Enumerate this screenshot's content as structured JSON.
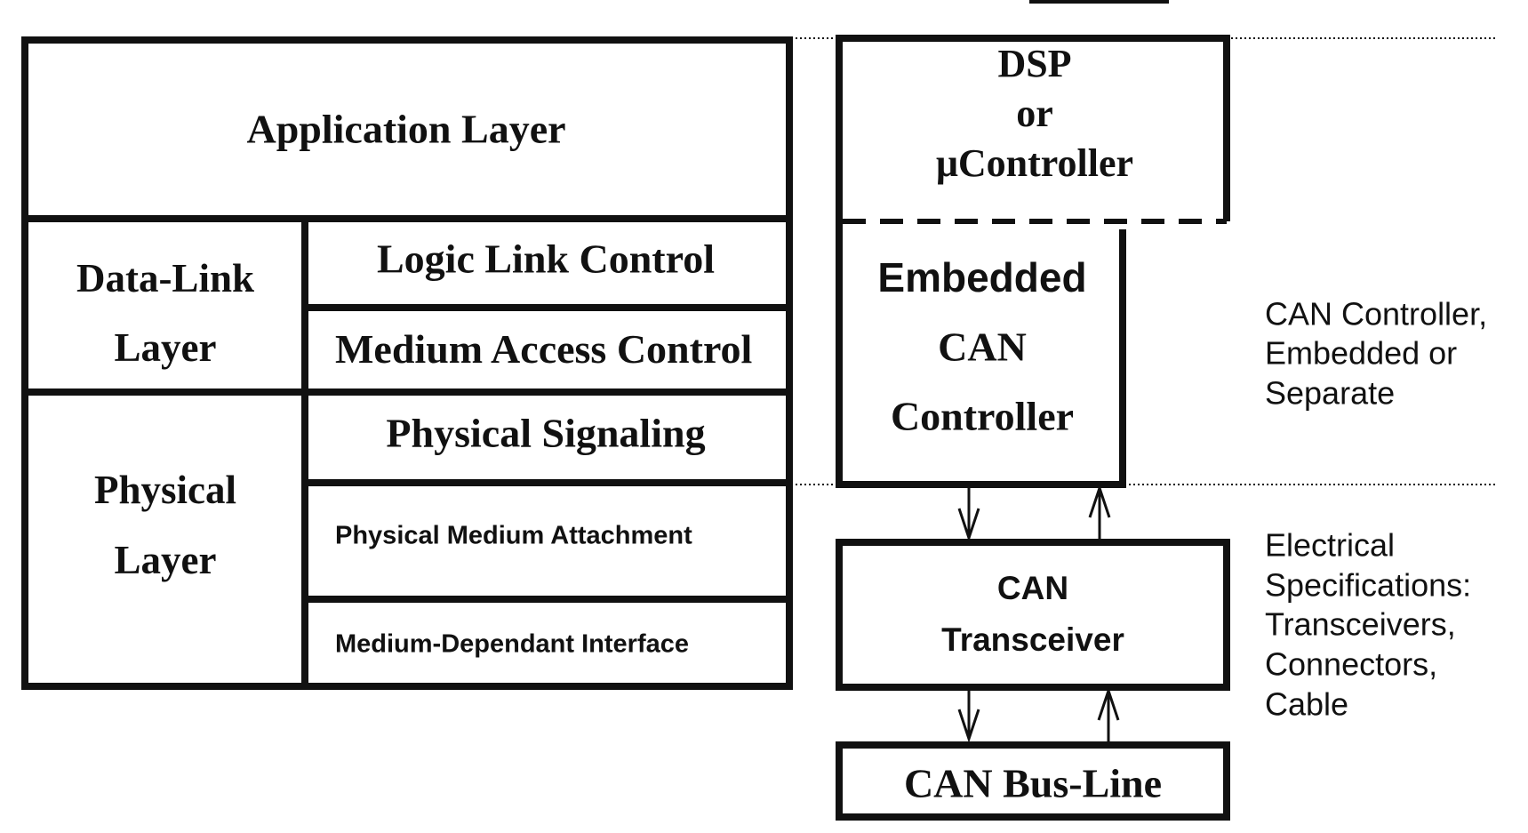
{
  "osi_stack": {
    "application_layer": "Application Layer",
    "data_link_layer": [
      "Data-Link",
      "Layer"
    ],
    "physical_layer": [
      "Physical",
      "Layer"
    ],
    "logic_link_control": "Logic Link Control",
    "medium_access_control": "Medium Access Control",
    "physical_signaling": "Physical Signaling",
    "physical_medium_attachment": "Physical Medium Attachment",
    "medium_dependant_interface": "Medium-Dependant Interface"
  },
  "hardware": {
    "dsp": [
      "DSP",
      "or",
      "μController"
    ],
    "embedded_can_controller": [
      "Embedded",
      "CAN",
      "Controller"
    ],
    "can_transceiver": [
      "CAN",
      "Transceiver"
    ],
    "can_bus_line": "CAN Bus-Line"
  },
  "notes": {
    "controller_note": [
      "CAN Controller,",
      "Embedded or",
      "Separate"
    ],
    "electrical_note": [
      "Electrical",
      "Specifications:",
      "Transceivers,",
      "Connectors,",
      "Cable"
    ]
  }
}
